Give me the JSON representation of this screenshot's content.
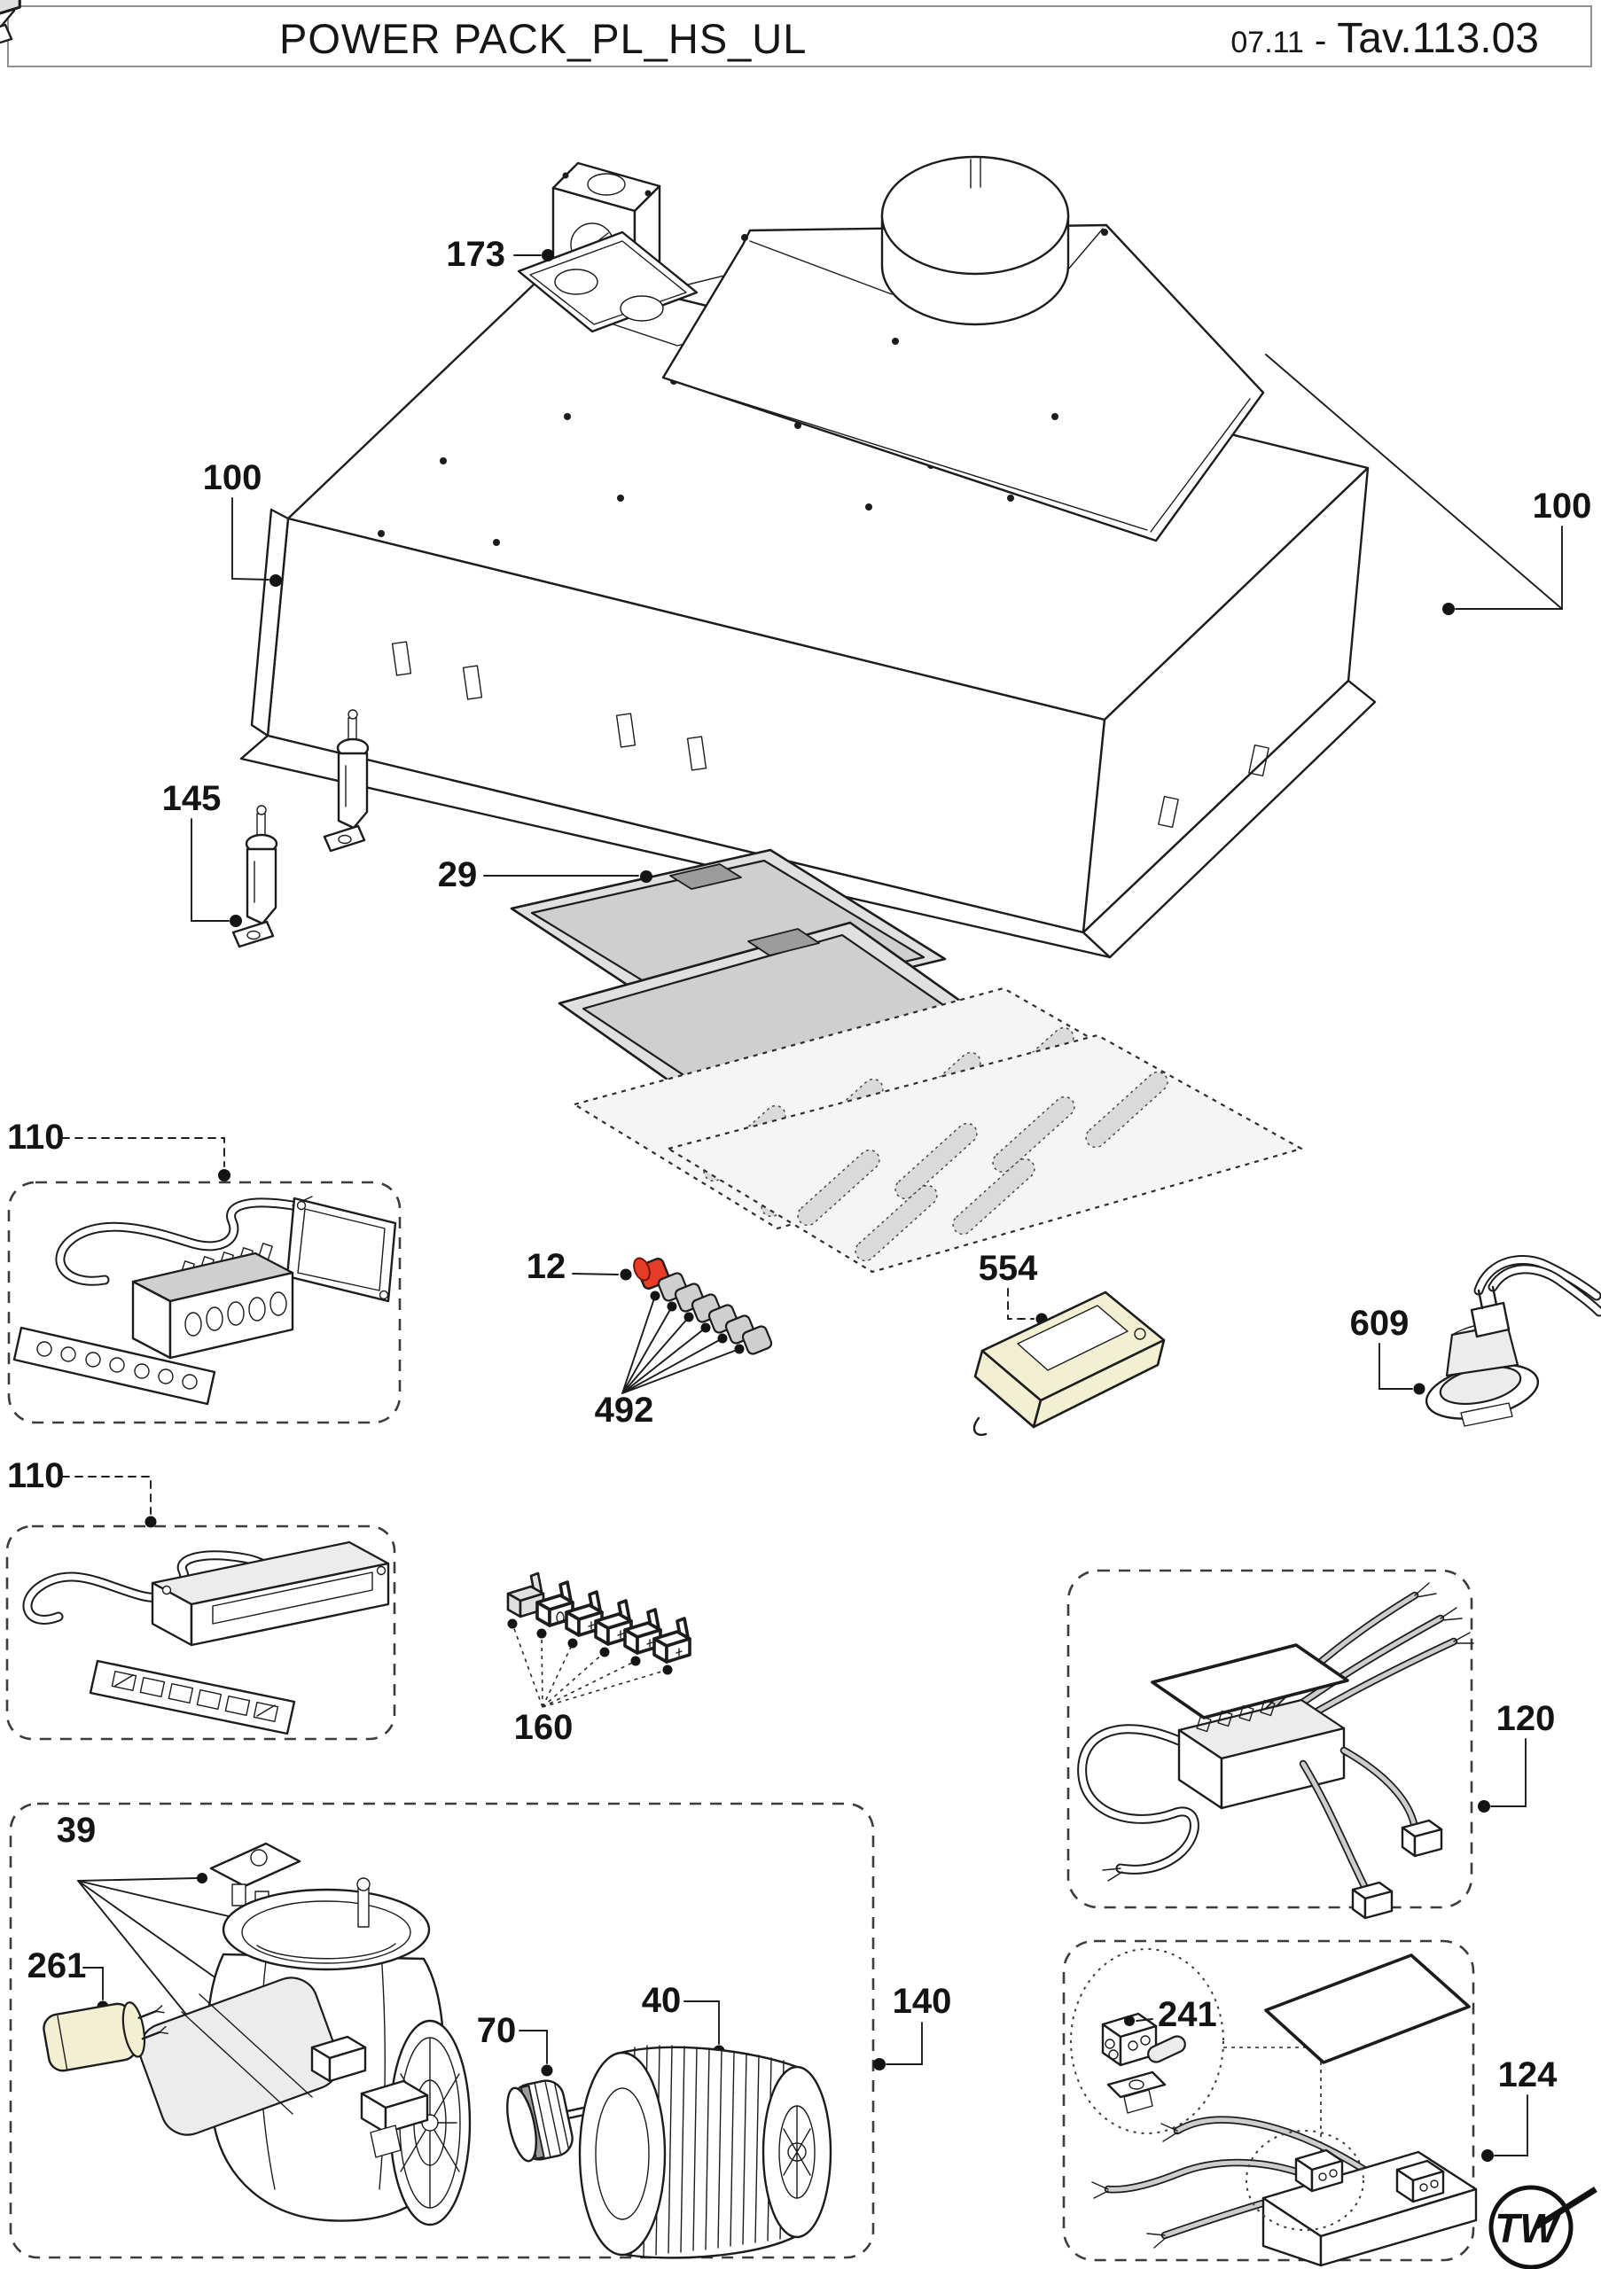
{
  "header": {
    "title": "POWER PACK_PL_HS_UL",
    "revision": "07.11",
    "separator": "-",
    "table_ref": "Tav.113.03"
  },
  "logo": {
    "text": "TW"
  },
  "colors": {
    "highlight_red": "#e63c28",
    "cream": "#f3efd3",
    "filter_gray": "#dcdcdc",
    "line": "#1c1c1c"
  },
  "part_labels": {
    "p173": "173",
    "p100_left": "100",
    "p100_right": "100",
    "p145": "145",
    "p29": "29",
    "p110_upper": "110",
    "p110_lower": "110",
    "p12": "12",
    "p492": "492",
    "p554": "554",
    "p609": "609",
    "p160": "160",
    "p120": "120",
    "p39": "39",
    "p261": "261",
    "p70": "70",
    "p40": "40",
    "p140": "140",
    "p241": "241",
    "p124": "124"
  }
}
